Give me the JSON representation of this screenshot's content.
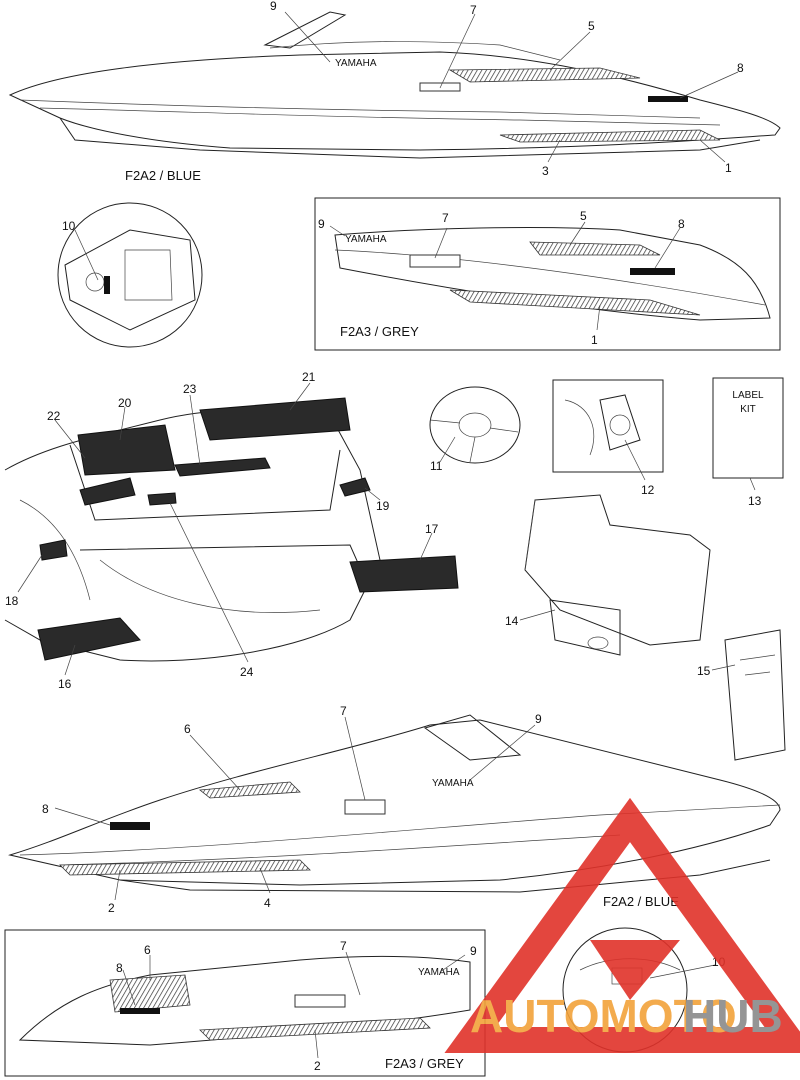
{
  "captions": {
    "top_blue": "F2A2 / BLUE",
    "top_grey": "F2A3 / GREY",
    "bottom_blue": "F2A2 / BLUE",
    "bottom_grey": "F2A3 / GREY"
  },
  "label_kit": {
    "line1": "LABEL",
    "line2": "KIT"
  },
  "brand": "YAMAHA",
  "callouts": [
    "1",
    "2",
    "3",
    "4",
    "5",
    "6",
    "7",
    "8",
    "9",
    "10",
    "11",
    "12",
    "13",
    "14",
    "15",
    "16",
    "17",
    "18",
    "19",
    "20",
    "21",
    "22",
    "23",
    "24"
  ],
  "watermark": {
    "text_orange": "AUTOMOTO",
    "text_grey": "HUB",
    "color_red": "#e0322a",
    "color_orange": "#f2a23a",
    "color_grey": "#8a8a8a"
  }
}
